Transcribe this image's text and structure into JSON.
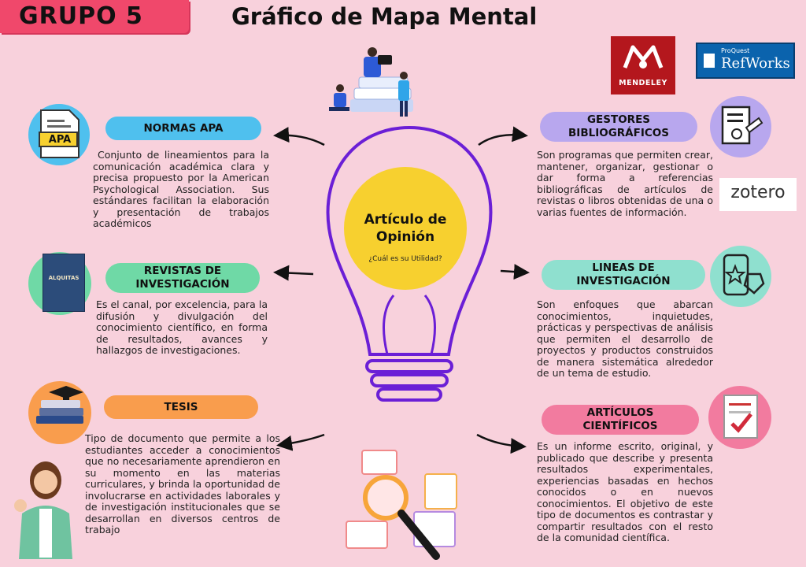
{
  "header": {
    "group": "GRUPO 5",
    "title": "Gráfico de Mapa Mental"
  },
  "center": {
    "title": "Artículo de Opinión",
    "subtitle": "¿Cuál es su Utilidad?"
  },
  "left": [
    {
      "label": "NORMAS APA",
      "icon_text": "APA",
      "text": "Conjunto de lineamientos para la comunicación académica clara y precisa propuesto por la American Psychological Association. Sus estándares facilitan la elaboración y presentación de trabajos académicos"
    },
    {
      "label": "REVISTAS DE INVESTIGACIÓN",
      "icon_text": "ALQUITAS",
      "text": "Es el canal, por excelencia, para la difusión y divulgación del conocimiento científico, en forma de resultados, avances y hallazgos de investigaciones."
    },
    {
      "label": "TESIS",
      "text": "Tipo de documento que permite a los estudiantes acceder a conocimientos que no necesariamente aprendieron en su momento en las materias curriculares, y brinda la oportunidad de involucrarse en actividades laborales y de investigación institucionales que se desarrollan en diversos centros de trabajo"
    }
  ],
  "right": [
    {
      "label": "GESTORES BIBLIOGRÁFICOS",
      "text": "Son programas que permiten crear, mantener, organizar, gestionar o dar forma a referencias bibliográficas de artículos de revistas o libros obtenidas de una o varias fuentes de información."
    },
    {
      "label": "LINEAS DE INVESTIGACIÓN",
      "text": "Son enfoques que abarcan conocimientos, inquietudes, prácticas y perspectivas de análisis que permiten el desarrollo de proyectos y productos construidos de manera sistemática alrededor de un tema de estudio."
    },
    {
      "label": "ARTÍCULOS CIENTÍFICOS",
      "text": "Es un informe escrito, original, y publicado que describe y presenta resultados experimentales, experiencias basadas en hechos conocidos o en nuevos conocimientos. El objetivo de este tipo de documentos es contrastar y compartir resultados con el resto de la comunidad científica."
    }
  ],
  "logos": {
    "mendeley": "MENDELEY",
    "proquest": "ProQuest",
    "refworks": "RefWorks",
    "zotero": "zotero"
  },
  "colors": {
    "background": "#f8d1dc",
    "badge": "#f0486b",
    "bulb_outline": "#6b1fd6",
    "bulb_fill": "#f7d02f"
  }
}
